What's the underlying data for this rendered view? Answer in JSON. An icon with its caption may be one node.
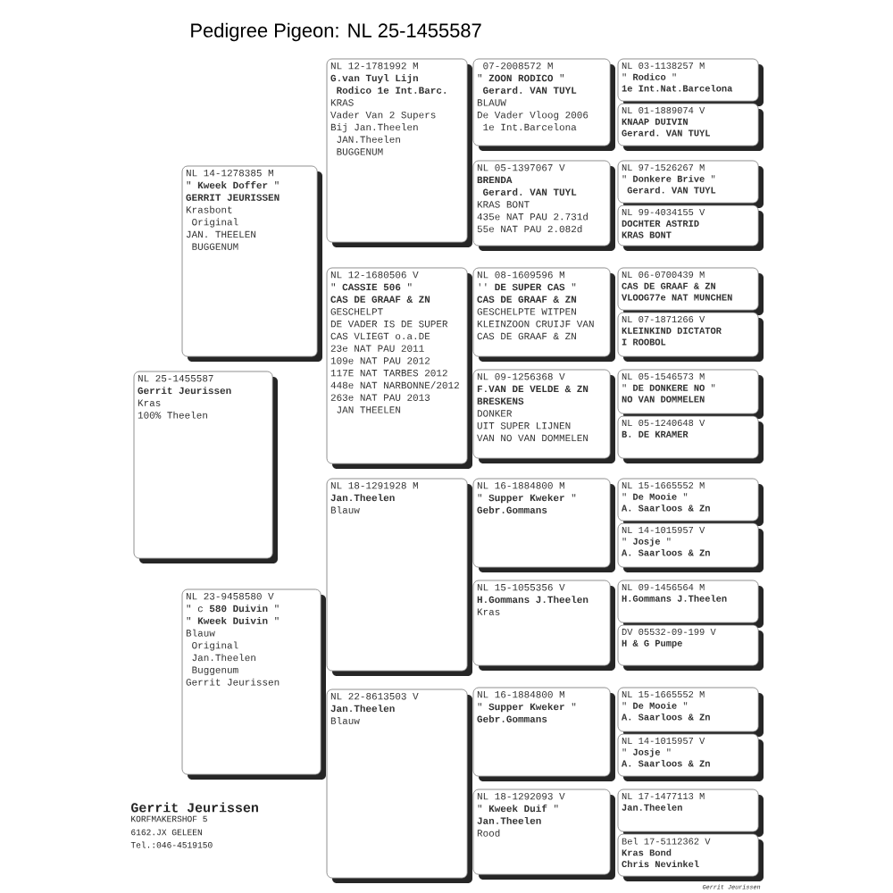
{
  "diagram": {
    "title": "Pedigree Pigeon: NL  25-1455587",
    "nodes": [
      {
        "text": [
          "NL  25-1455587",
          "**Gerrit Jeurissen**",
          "Kras",
          "100% Theelen"
        ]
      },
      {
        "text": [
          "NL  14-1278385 M",
          "\"  **Kweek Doffer**  \"",
          "**GERRIT JEURISSEN**",
          "Krasbont",
          "   Original",
          "JAN. THEELEN",
          "  BUGGENUM"
        ]
      },
      {
        "text": [
          "NL  23-9458580 V",
          "\" c  **580 Duivin** \"",
          "\" **Kweek Duivin** \"",
          "Blauw",
          "    Original",
          " Jan.Theelen",
          "    Buggenum",
          "Gerrit Jeurissen"
        ]
      },
      {
        "text": [
          "NL  12-1781992 M",
          "**G.van Tuyl  Lijn**",
          " **Rodico 1e Int.Barc.**",
          "KRAS",
          "Vader Van 2 Supers",
          "Bij Jan.Theelen",
          "   JAN.Theelen",
          "   BUGGENUM"
        ]
      },
      {
        "text": [
          "NL  12-1680506 V",
          "\" **CASSIE 506** \"",
          "**CAS DE GRAAF & ZN**",
          "GESCHELPT",
          "DE VADER IS DE SUPER",
          "CAS VLIEGT o.a.DE",
          "23e NAT PAU 2011",
          "109e NAT PAU 2012",
          "117E NAT TARBES 2012",
          "448e NAT NARBONNE/2012",
          "263e NAT PAU 2013",
          "       JAN THEELEN"
        ]
      },
      {
        "text": [
          "NL  18-1291928 M",
          "**Jan.Theelen**",
          "Blauw"
        ]
      },
      {
        "text": [
          "NL  22-8613503 V",
          "**Jan.Theelen**",
          "Blauw"
        ]
      },
      {
        "text": [
          "  07-2008572 M",
          "\" **ZOON RODICO** \"",
          " **Gerard. VAN TUYL**",
          "BLAUW",
          "De Vader Vloog 2006",
          "  1e Int.Barcelona"
        ]
      },
      {
        "text": [
          "NL  05-1397067 V",
          "**BRENDA**",
          " **Gerard. VAN TUYL**",
          "KRAS BONT",
          "435e NAT PAU 2.731d",
          "55e NAT PAU 2.082d"
        ]
      },
      {
        "text": [
          "NL  08-1609596 M",
          "'' **DE SUPER CAS** \"",
          "**CAS DE GRAAF & ZN**",
          "GESCHELPTE WITPEN",
          "KLEINZOON CRUIJF VAN",
          "CAS DE GRAAF & ZN"
        ]
      },
      {
        "text": [
          "NL  09-1256368 V",
          "**F.VAN DE VELDE & ZN**",
          "**BRESKENS**",
          "DONKER",
          "UIT SUPER LIJNEN",
          "VAN NO VAN DOMMELEN"
        ]
      },
      {
        "text": [
          "NL  16-1884800 M",
          "\"  **Supper Kweker**  \"",
          "**Gebr.Gommans**"
        ]
      },
      {
        "text": [
          "NL  15-1055356 V",
          "**H.Gommans J.Theelen**",
          "Kras"
        ]
      },
      {
        "text": [
          "NL  16-1884800 M",
          "\"  **Supper Kweker**  \"",
          "**Gebr.Gommans**"
        ]
      },
      {
        "text": [
          "NL  18-1292093 V",
          "\"  **Kweek Duif** \"",
          "**Jan.Theelen**",
          "Rood"
        ]
      },
      {
        "text": [
          "NL  03-1138257 M",
          "\"  **Rodico** \"",
          "**1e Int.Nat.Barcelona**"
        ]
      },
      {
        "text": [
          "NL  01-1889074 V",
          "**KNAAP  DUIVIN**",
          "**Gerard. VAN TUYL**"
        ]
      },
      {
        "text": [
          "NL  97-1526267 M",
          "\" **Donkere Brive** \"",
          " **Gerard. VAN TUYL**"
        ]
      },
      {
        "text": [
          "NL  99-4034155 V",
          "**DOCHTER ASTRID**",
          "**KRAS BONT**"
        ]
      },
      {
        "text": [
          "NL  06-0700439 M",
          "**CAS DE GRAAF & ZN**",
          "**VLOOG77e NAT MUNCHEN**"
        ]
      },
      {
        "text": [
          "NL  07-1871266 V",
          "**KLEINKIND DICTATOR**",
          "**I  ROOBOL**"
        ]
      },
      {
        "text": [
          "NL  05-1546573 M",
          "\" **DE DONKERE NO** \"",
          "**NO VAN DOMMELEN**"
        ]
      },
      {
        "text": [
          "NL  05-1240648 V",
          "**B. DE KRAMER**"
        ]
      },
      {
        "text": [
          "NL  15-1665552 M",
          "\" **De Mooie** \"",
          "**A. Saarloos & Zn**"
        ]
      },
      {
        "text": [
          "NL  14-1015957 V",
          "\"  **Josje** \"",
          "**A. Saarloos & Zn**"
        ]
      },
      {
        "text": [
          "NL  09-1456564 M",
          "**H.Gommans J.Theelen**"
        ]
      },
      {
        "text": [
          "DV  05532-09-199 V",
          "**H & G  Pumpe**"
        ]
      },
      {
        "text": [
          "NL  15-1665552 M",
          "\" **De Mooie** \"",
          "**A. Saarloos & Zn**"
        ]
      },
      {
        "text": [
          "NL  14-1015957 V",
          "\"  **Josje** \"",
          "**A. Saarloos & Zn**"
        ]
      },
      {
        "text": [
          "NL  17-1477113 M",
          "**Jan.Theelen**"
        ]
      },
      {
        "text": [
          "Bel 17-5112362 V",
          "**Kras Bond**",
          "**Chris  Nevinkel**"
        ]
      }
    ],
    "labels": [
      "Gerrit Jeurissen",
      "KORFMAKERSHOF 5",
      "6162.JX  GELEEN",
      "Tel.:046-4519150",
      "Gerrit Jeurissen"
    ]
  }
}
